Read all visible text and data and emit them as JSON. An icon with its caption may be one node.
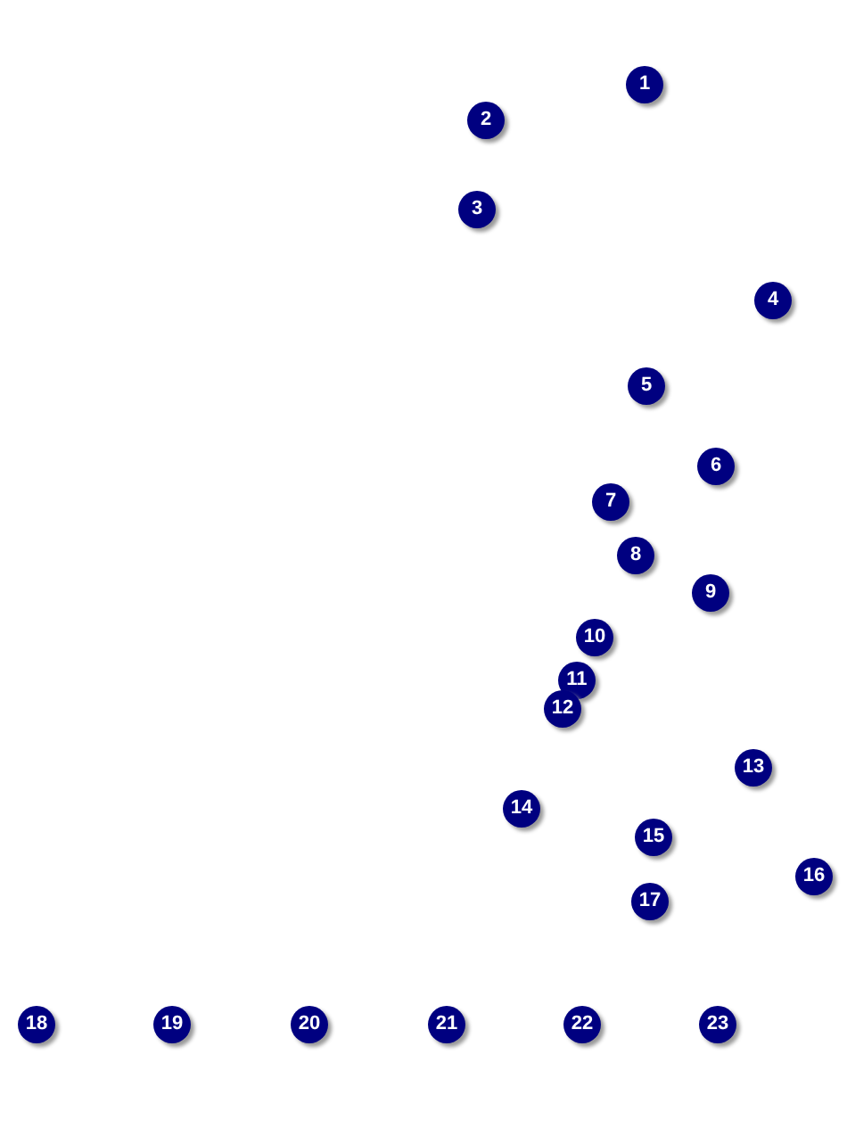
{
  "diagram": {
    "nodes": [
      {
        "text": [
          "1"
        ]
      },
      {
        "text": [
          "2"
        ]
      },
      {
        "text": [
          "3"
        ]
      },
      {
        "text": [
          "4"
        ]
      },
      {
        "text": [
          "5"
        ]
      },
      {
        "text": [
          "6"
        ]
      },
      {
        "text": [
          "7"
        ]
      },
      {
        "text": [
          "8"
        ]
      },
      {
        "text": [
          "9"
        ]
      },
      {
        "text": [
          "10"
        ]
      },
      {
        "text": [
          "11"
        ]
      },
      {
        "text": [
          "12"
        ]
      },
      {
        "text": [
          "13"
        ]
      },
      {
        "text": [
          "14"
        ]
      },
      {
        "text": [
          "15"
        ]
      },
      {
        "text": [
          "16"
        ]
      },
      {
        "text": [
          "17"
        ]
      },
      {
        "text": [
          "18"
        ]
      },
      {
        "text": [
          "19"
        ]
      },
      {
        "text": [
          "20"
        ]
      },
      {
        "text": [
          "21"
        ]
      },
      {
        "text": [
          "22"
        ]
      },
      {
        "text": [
          "23"
        ]
      }
    ]
  }
}
